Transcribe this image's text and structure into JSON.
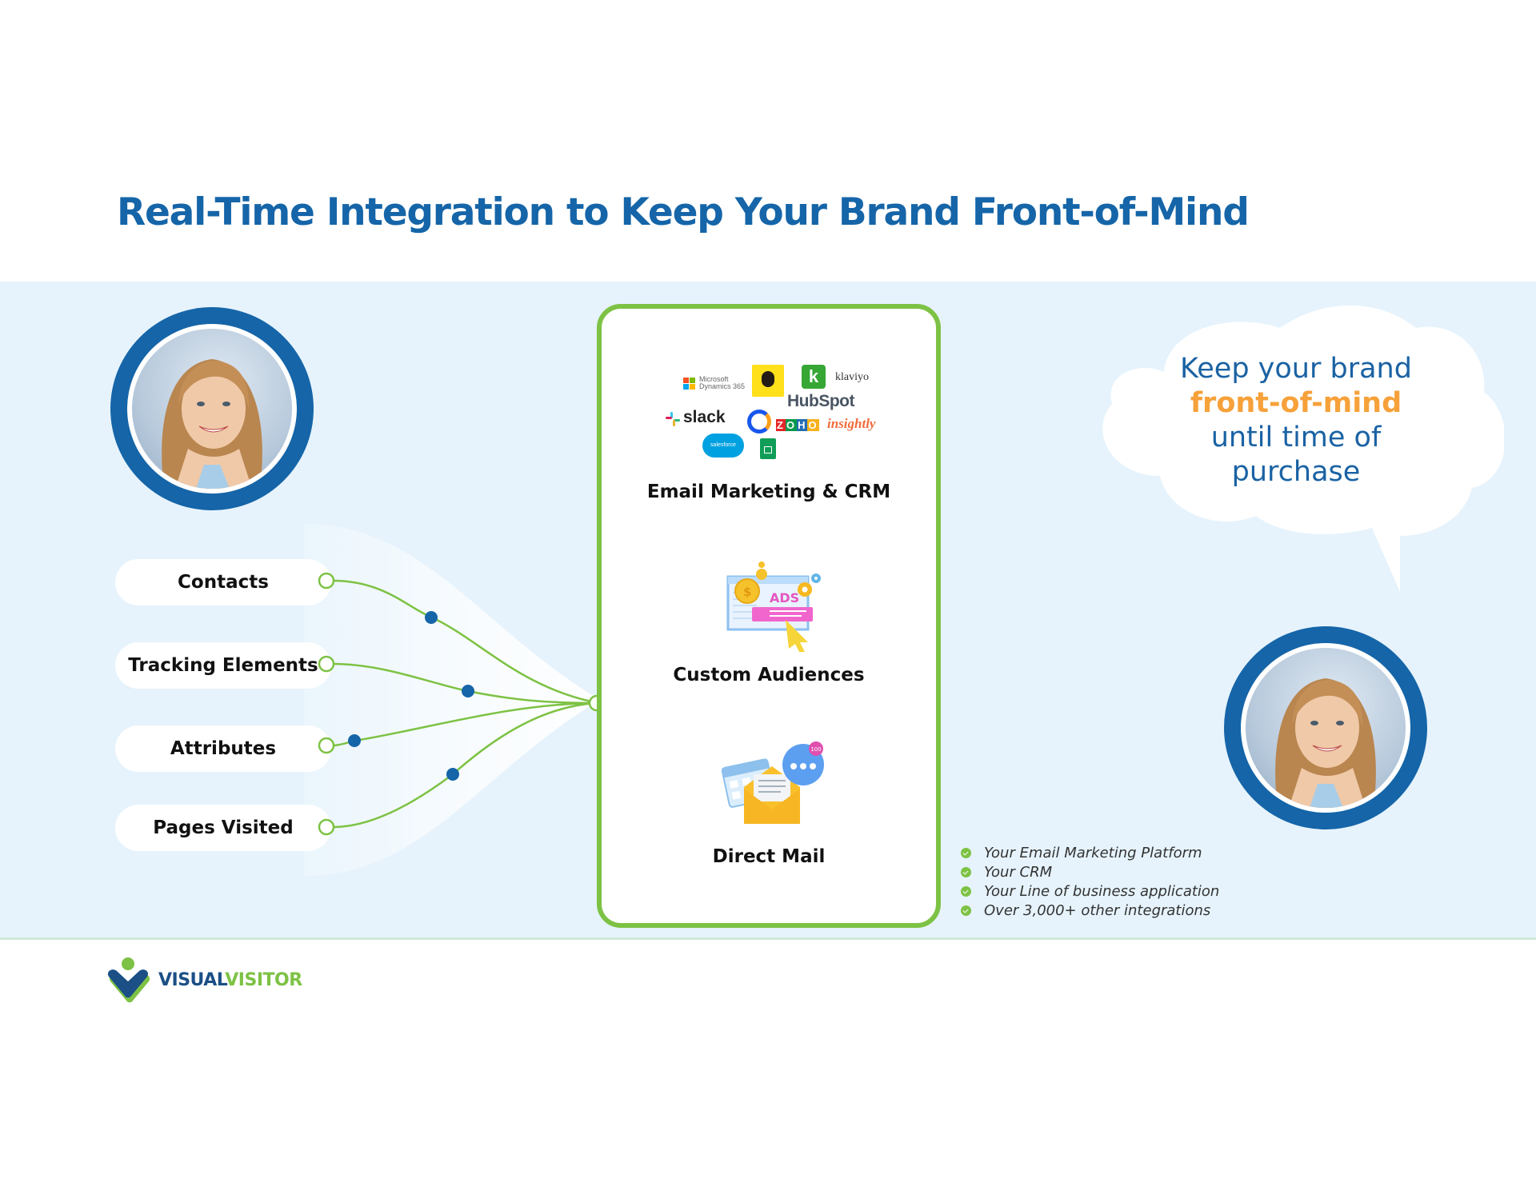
{
  "header": {
    "title": "Real-Time Integration to Keep Your Brand Front-of-Mind"
  },
  "data_sources": [
    {
      "label": "Contacts"
    },
    {
      "label": "Tracking Elements"
    },
    {
      "label": "Attributes"
    },
    {
      "label": "Pages Visited"
    }
  ],
  "destinations": {
    "email_crm": {
      "label": "Email Marketing & CRM",
      "logos": [
        "Microsoft Dynamics 365",
        "Mailchimp",
        "Keap",
        "klaviyo",
        "HubSpot",
        "slack",
        "Constant Contact",
        "ZOHO",
        "insightly",
        "salesforce",
        "Google Sheets"
      ]
    },
    "custom_audiences": {
      "label": "Custom Audiences",
      "icon_badge": "ADS"
    },
    "direct_mail": {
      "label": "Direct Mail",
      "icon_badge": "100"
    }
  },
  "logo_text": {
    "ms_line1": "Microsoft",
    "ms_line2": "Dynamics 365",
    "klaviyo": "klaviyo",
    "hubspot": "HubSpot",
    "slack": "slack",
    "zoho": "ZOHO",
    "insightly": "insightly",
    "salesforce": "salesforce"
  },
  "callout": {
    "line1": "Keep your brand",
    "highlight": "front-of-mind",
    "line3": "until time of",
    "line4": "purchase"
  },
  "integrations": [
    "Your Email Marketing Platform",
    "Your CRM",
    "Your Line of business application",
    "Over 3,000+ other integrations"
  ],
  "brand": {
    "part1": "VISUAL",
    "part2": "VISITOR"
  },
  "colors": {
    "title_blue": "#1565a8",
    "accent_green": "#7dc244",
    "highlight_orange": "#f6a13a",
    "band_bg": "#e6f3fc",
    "node_blue": "#1565a8"
  }
}
